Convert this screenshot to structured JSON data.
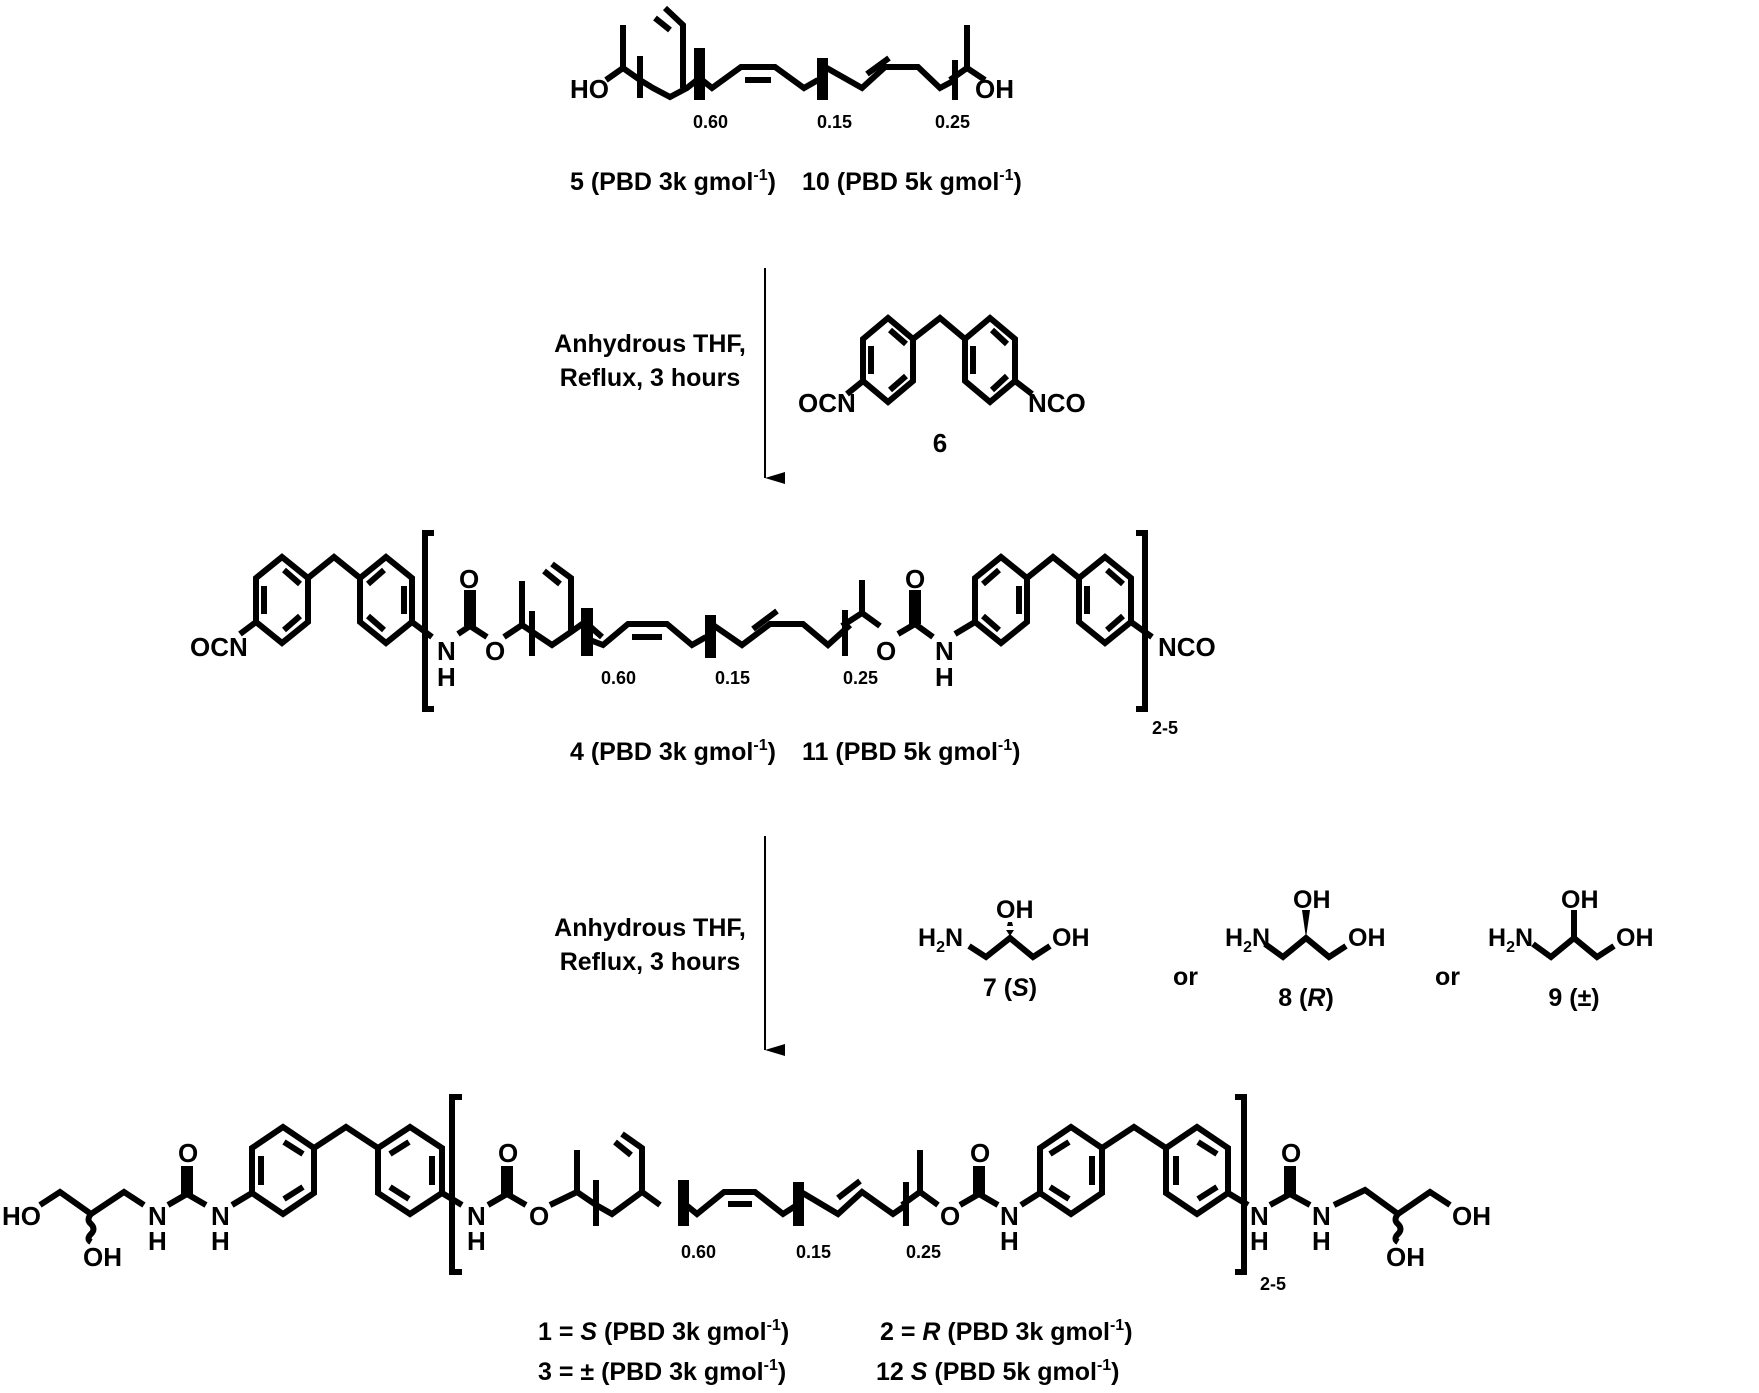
{
  "scheme": {
    "step0": {
      "compound": "PBD diol (hydroxyl-terminated polybutadiene)",
      "end_left": "HO",
      "end_right": "OH",
      "fractions": [
        "0.60",
        "0.15",
        "0.25"
      ],
      "label_a": {
        "num": "5",
        "text": " (PBD 3k gmol",
        "sup": "-1",
        "close": ")"
      },
      "label_b": {
        "num": "10",
        "text": " (PBD 5k gmol",
        "sup": "-1",
        "close": ")"
      }
    },
    "step1": {
      "conditions_line1": "Anhydrous THF,",
      "conditions_line2": "Reflux, 3 hours",
      "reagent": {
        "left": "OCN",
        "right": "NCO",
        "label": "6"
      }
    },
    "step2": {
      "end_left": "OCN",
      "end_right": "NCO",
      "nh": "N",
      "h": "H",
      "o": "O",
      "fractions": [
        "0.60",
        "0.15",
        "0.25"
      ],
      "repeat": "2-5",
      "label_a": {
        "num": "4",
        "text": " (PBD 3k gmol",
        "sup": "-1",
        "close": ")"
      },
      "label_b": {
        "num": "11",
        "text": " (PBD 5k gmol",
        "sup": "-1",
        "close": ")"
      }
    },
    "step3": {
      "conditions_line1": "Anhydrous THF,",
      "conditions_line2": "Reflux, 3 hours",
      "reagents": [
        {
          "amine": "H",
          "amine_sub": "2",
          "amine_n": "N",
          "oh_top": "OH",
          "oh_right": "OH",
          "num": "7",
          "stereo": "S",
          "stereo_style": "hashed"
        },
        {
          "amine": "H",
          "amine_sub": "2",
          "amine_n": "N",
          "oh_top": "OH",
          "oh_right": "OH",
          "num": "8",
          "stereo": "R",
          "stereo_style": "wedge"
        },
        {
          "amine": "H",
          "amine_sub": "2",
          "amine_n": "N",
          "oh_top": "OH",
          "oh_right": "OH",
          "num": "9",
          "stereo": "±",
          "stereo_style": "plain"
        }
      ],
      "or_label": "or"
    },
    "product": {
      "end_left": "HO",
      "end_left_oh": "OH",
      "end_right": "OH",
      "end_right_oh": "OH",
      "fractions": [
        "0.60",
        "0.15",
        "0.25"
      ],
      "repeat": "2-5",
      "labels": [
        {
          "num": "1 = ",
          "stereo": "S",
          "text": " (PBD 3k gmol",
          "sup": "-1",
          "close": ")"
        },
        {
          "num": "2 = ",
          "stereo": "R",
          "text": " (PBD 3k gmol",
          "sup": "-1",
          "close": ")"
        },
        {
          "num": "3 = ",
          "stereo": "±",
          "text": " (PBD 3k gmol",
          "sup": "-1",
          "close": ")"
        },
        {
          "num": "12 ",
          "stereo": "S",
          "text": " (PBD 5k gmol",
          "sup": "-1",
          "close": ")"
        }
      ]
    }
  }
}
